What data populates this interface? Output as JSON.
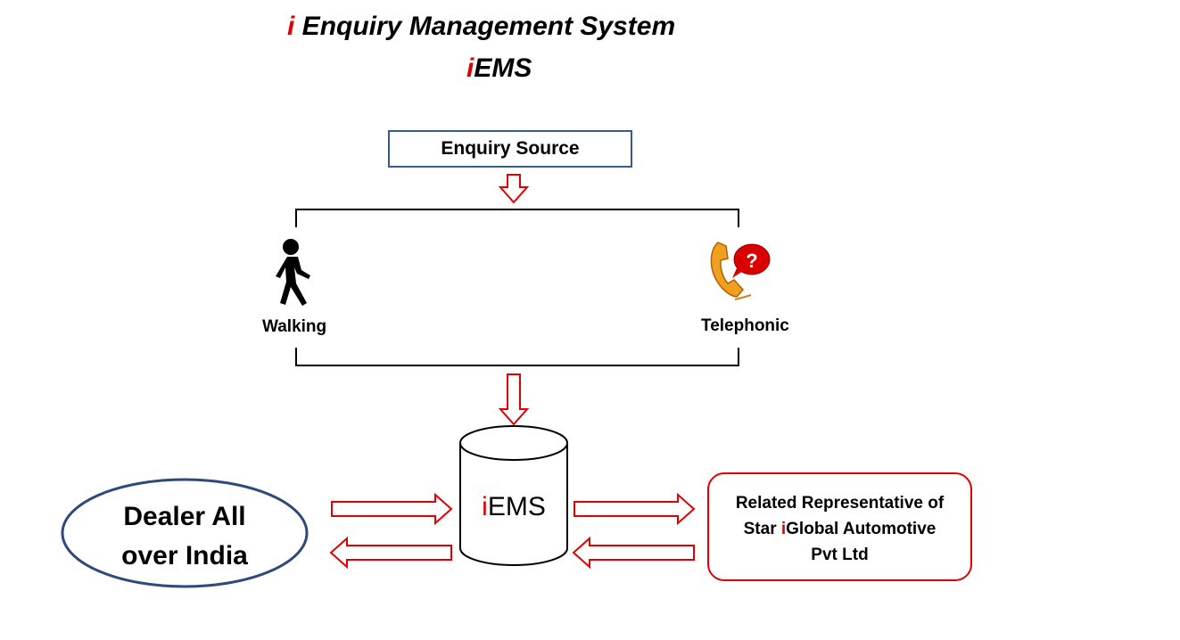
{
  "header": {
    "title_prefix": "i",
    "title_rest": " Enquiry Management System",
    "subtitle_prefix": "i",
    "subtitle_rest": "EMS"
  },
  "source_box": {
    "label": "Enquiry Source"
  },
  "sources": [
    {
      "label": "Walking",
      "icon": "walking-person-icon"
    },
    {
      "label": "Telephonic",
      "icon": "telephone-question-icon"
    }
  ],
  "database": {
    "prefix": "i",
    "rest": "EMS"
  },
  "dealer": {
    "line1": "Dealer All",
    "line2": "over India"
  },
  "representative": {
    "line1": "Related Representative of",
    "line2_a": "Star ",
    "line2_b": "i",
    "line2_c": "Global Automotive",
    "line3": "Pvt Ltd"
  },
  "colors": {
    "accent_red": "#e00000",
    "box_border": "#3a5a8c",
    "ellipse_border": "#2e4a7a"
  }
}
